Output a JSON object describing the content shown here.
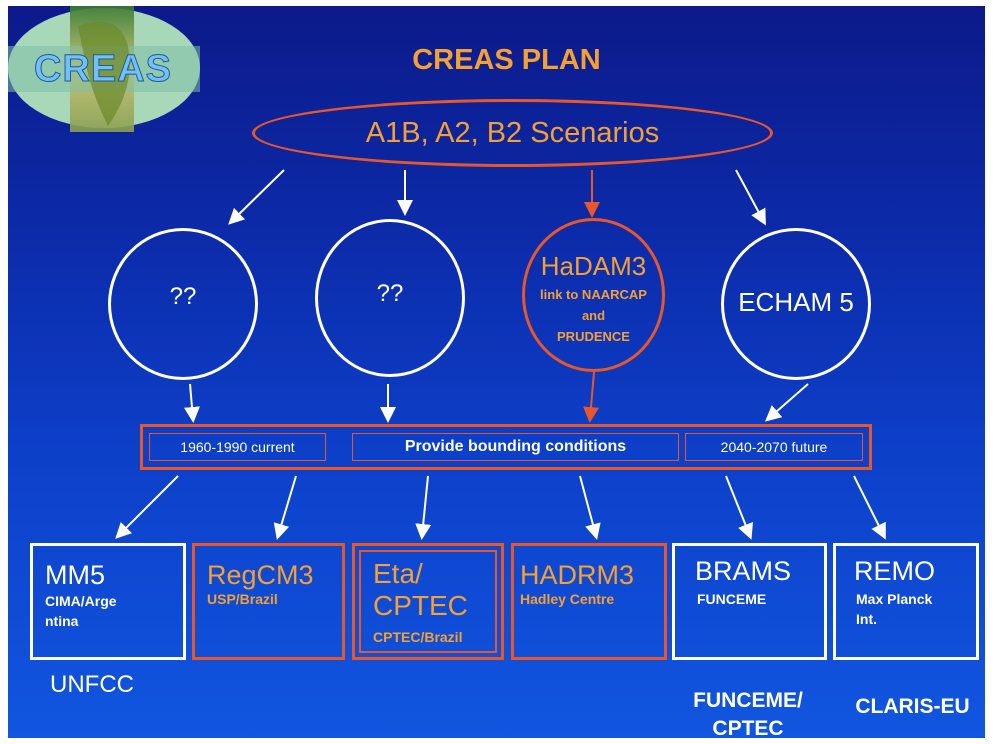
{
  "title": "CREAS PLAN",
  "logo_text": "CREAS",
  "scenarios": "A1B, A2, B2  Scenarios",
  "gcms": [
    {
      "id": "gcm1",
      "label": "??"
    },
    {
      "id": "gcm2",
      "label": "??"
    },
    {
      "id": "gcm3",
      "label": "HaDAM3",
      "sub": [
        "link to NAARCAP",
        "and",
        "PRUDENCE"
      ]
    },
    {
      "id": "gcm4",
      "label": "ECHAM 5"
    }
  ],
  "bounding": {
    "left": "1960-1990 current",
    "center": "Provide bounding conditions",
    "right": "2040-2070 future"
  },
  "models": [
    {
      "name": "MM5",
      "sub": [
        "CIMA/Arge",
        "ntina"
      ]
    },
    {
      "name": "RegCM3",
      "sub": [
        "USP/Brazil"
      ]
    },
    {
      "name": "Eta/",
      "name2": "CPTEC",
      "sub": [
        "CPTEC/Brazil"
      ]
    },
    {
      "name": "HADRM3",
      "sub": [
        "Hadley Centre"
      ]
    },
    {
      "name": "BRAMS",
      "sub": [
        "FUNCEME"
      ]
    },
    {
      "name": "REMO",
      "sub": [
        "Max Planck",
        "Int."
      ]
    }
  ],
  "footers": {
    "unfcc": "UNFCC",
    "funceme_1": "FUNCEME/",
    "funceme_2": "CPTEC",
    "claris": "CLARIS-EU"
  },
  "colors": {
    "orange_border": "#e8572a",
    "orange_text": "#f4a032",
    "background": "#0c2aa8"
  }
}
